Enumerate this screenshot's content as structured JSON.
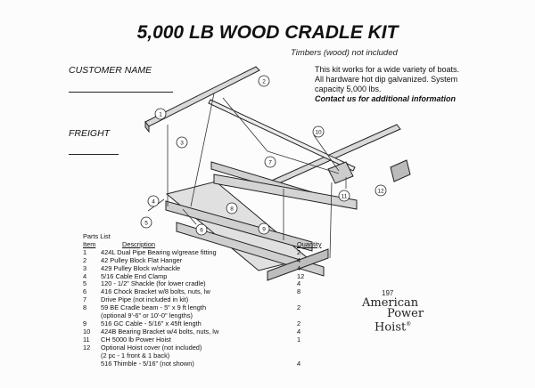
{
  "title": "5,000 LB WOOD CRADLE KIT",
  "timbers_note": "Timbers (wood) not included",
  "customer_label": "CUSTOMER NAME",
  "freight_label": "FREIGHT",
  "description": {
    "text": "This kit works for a wide variety of boats.  All hardware hot dip galvanized. System capacity 5,000 lbs.",
    "contact": "Contact us for additional information"
  },
  "callouts": [
    "1",
    "2",
    "3",
    "4",
    "5",
    "6",
    "7",
    "8",
    "9",
    "10",
    "11",
    "12"
  ],
  "parts_list": {
    "heading": "Parts List",
    "col_item": "Item",
    "col_desc": "Description",
    "col_qty": "Quantity",
    "rows": [
      {
        "item": "1",
        "desc": "424L Dual Pipe Bearing w/grease fitting",
        "qty": "2"
      },
      {
        "item": "2",
        "desc": "42 Pulley Block Flat Hanger",
        "qty": "4"
      },
      {
        "item": "3",
        "desc": "429 Pulley Block w/shackle",
        "qty": "4"
      },
      {
        "item": "4",
        "desc": "5/16 Cable End Clamp",
        "qty": "12"
      },
      {
        "item": "5",
        "desc": "120 - 1/2\" Shackle (for lower cradle)",
        "qty": "4"
      },
      {
        "item": "6",
        "desc": "416 Chock Bracket w/8 bolts, nuts, lw",
        "qty": "8"
      },
      {
        "item": "7",
        "desc": "Drive Pipe (not included in kit)",
        "qty": ""
      },
      {
        "item": "8",
        "desc": "59 BE Cradle beam - 5\" x 9 ft length",
        "qty": "2"
      },
      {
        "item": "",
        "desc": "(optional 9'-6\" or 10'-0\" lengths)",
        "qty": ""
      },
      {
        "item": "9",
        "desc": "516 GC Cable - 5/16\" x 45ft length",
        "qty": "2"
      },
      {
        "item": "10",
        "desc": "424B Bearing Bracket w/4 bolts, nuts, lw",
        "qty": "4"
      },
      {
        "item": "11",
        "desc": "CH 5000 lb Power Hoist",
        "qty": "1"
      },
      {
        "item": "12",
        "desc": "Optional Hoist cover (not included)",
        "qty": ""
      },
      {
        "item": "",
        "desc": "(2 pc - 1 front & 1 back)",
        "qty": ""
      },
      {
        "item": "",
        "desc": "516 Thimble - 5/16\" (not shown)",
        "qty": "4"
      }
    ]
  },
  "page_number": "197",
  "logo": {
    "line1": "American",
    "line2": "Power",
    "line3": "Hoist",
    "reg": "®"
  }
}
